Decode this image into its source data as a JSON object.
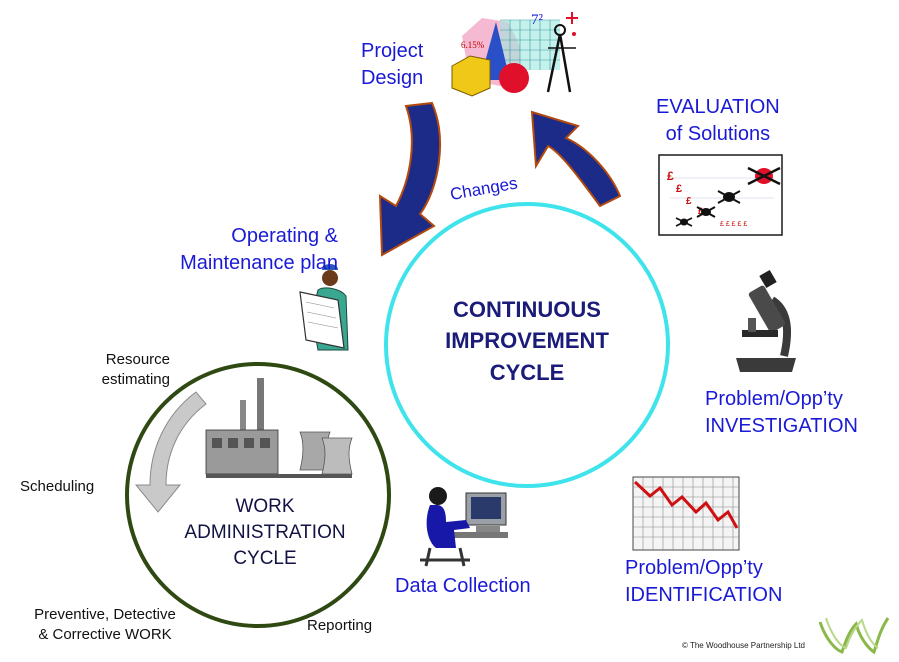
{
  "center": {
    "line1": "CONTINUOUS",
    "line2": "IMPROVEMENT",
    "line3": "CYCLE"
  },
  "work_cycle": {
    "line1": "WORK",
    "line2": "ADMINISTRATION",
    "line3": "CYCLE"
  },
  "stages": {
    "project_design": {
      "line1": "Project",
      "line2": "Design"
    },
    "evaluation": {
      "line1": "EVALUATION",
      "line2": "of Solutions"
    },
    "investigation": {
      "line1": "Problem/Opp’ty",
      "line2": "INVESTIGATION"
    },
    "identification": {
      "line1": "Problem/Opp’ty",
      "line2": "IDENTIFICATION"
    },
    "data_collection": "Data Collection",
    "operating_plan": {
      "line1": "Operating &",
      "line2": "Maintenance plan"
    },
    "changes": "Changes"
  },
  "work_steps": {
    "resource": {
      "line1": "Resource",
      "line2": "estimating"
    },
    "scheduling": "Scheduling",
    "reporting": "Reporting",
    "work": {
      "line1": "Preventive, Detective",
      "line2": "& Corrective WORK"
    }
  },
  "colors": {
    "circle_main": "#3fe3ec",
    "circle_work": "#2e4a12",
    "arrow": "#1c2a88",
    "arrow_edge": "#b24a10",
    "text_blue": "#1a1ad6"
  },
  "footer": {
    "copyright": "© The Woodhouse Partnership Ltd"
  },
  "clipart": {
    "design_numbers": "6.15%",
    "design_power": "7²"
  }
}
